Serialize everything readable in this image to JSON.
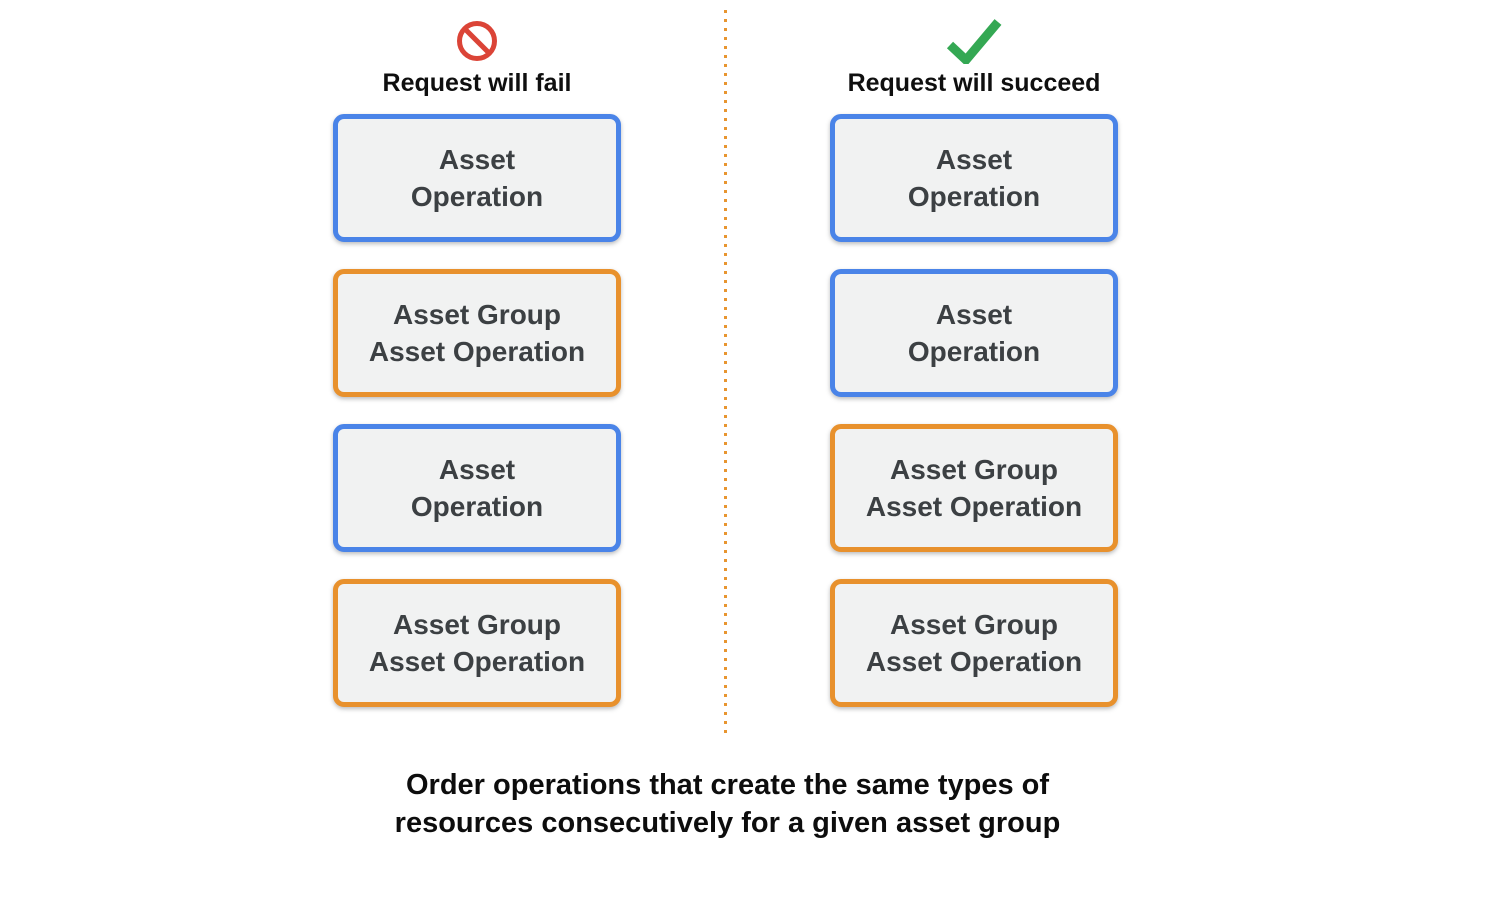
{
  "diagram": {
    "colors": {
      "blue_border": "#4A84E8",
      "orange_border": "#E8912D",
      "box_fill": "#F1F2F2",
      "box_text": "#3C4043",
      "fail_icon_red": "#DB4437",
      "success_icon_green": "#34A853",
      "divider_orange": "#E8952F",
      "heading_text": "#0F0F0F",
      "caption_text": "#0D0D0D"
    },
    "columns": [
      {
        "id": "fail",
        "icon": "prohibition-icon",
        "heading": "Request will fail",
        "boxes": [
          {
            "type": "asset",
            "label_lines": [
              "Asset",
              "Operation"
            ]
          },
          {
            "type": "asset_group",
            "label_lines": [
              "Asset Group",
              "Asset Operation"
            ]
          },
          {
            "type": "asset",
            "label_lines": [
              "Asset",
              "Operation"
            ]
          },
          {
            "type": "asset_group",
            "label_lines": [
              "Asset Group",
              "Asset Operation"
            ]
          }
        ]
      },
      {
        "id": "succeed",
        "icon": "checkmark-icon",
        "heading": "Request will succeed",
        "boxes": [
          {
            "type": "asset",
            "label_lines": [
              "Asset",
              "Operation"
            ]
          },
          {
            "type": "asset",
            "label_lines": [
              "Asset",
              "Operation"
            ]
          },
          {
            "type": "asset_group",
            "label_lines": [
              "Asset Group",
              "Asset Operation"
            ]
          },
          {
            "type": "asset_group",
            "label_lines": [
              "Asset Group",
              "Asset Operation"
            ]
          }
        ]
      }
    ],
    "caption_lines": [
      "Order operations that create the same types of",
      "resources consecutively for a given asset group"
    ]
  }
}
